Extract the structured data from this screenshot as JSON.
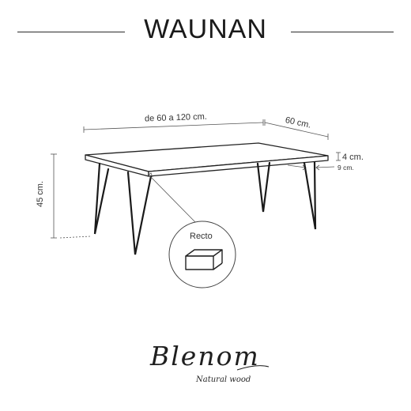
{
  "title": "WAUNAN",
  "dimensions": {
    "length": "de 60 a 120 cm.",
    "width": "60 cm.",
    "height": "45 cm.",
    "top_thickness": "4 cm.",
    "leg_offset": "9 cm."
  },
  "detail_label": "Recto",
  "brand": {
    "name": "Blenom",
    "tagline": "Natural wood"
  }
}
